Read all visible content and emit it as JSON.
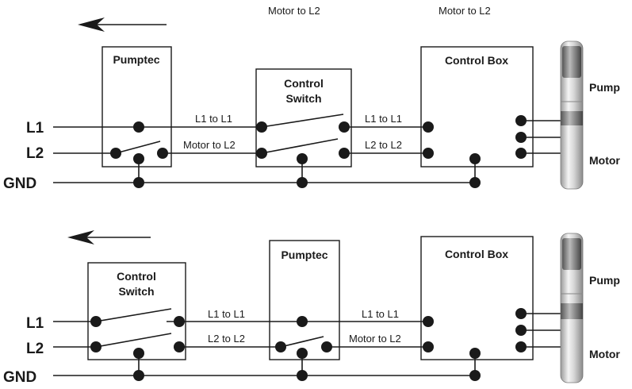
{
  "top_labels": {
    "left": "Motor to L2",
    "right": "Motor to L2"
  },
  "rails": {
    "l1": "L1",
    "l2": "L2",
    "gnd": "GND"
  },
  "top_diagram": {
    "box1": "Pumptec",
    "box2_line1": "Control",
    "box2_line2": "Switch",
    "box3": "Control Box",
    "seg1_l1": "L1 to L1",
    "seg1_l2": "Motor to L2",
    "seg2_l1": "L1 to L1",
    "seg2_l2": "L2 to L2",
    "pump": "Pump",
    "motor": "Motor"
  },
  "bottom_diagram": {
    "box1_line1": "Control",
    "box1_line2": "Switch",
    "box2": "Pumptec",
    "box3": "Control Box",
    "seg1_l1": "L1 to L1",
    "seg1_l2": "L2 to L2",
    "seg2_l1": "L1 to L1",
    "seg2_l2": "Motor to L2",
    "pump": "Pump",
    "motor": "Motor"
  },
  "icons": {
    "flow_arrow": "left-arrow-icon",
    "pump_image": "submersible-pump-icon"
  }
}
